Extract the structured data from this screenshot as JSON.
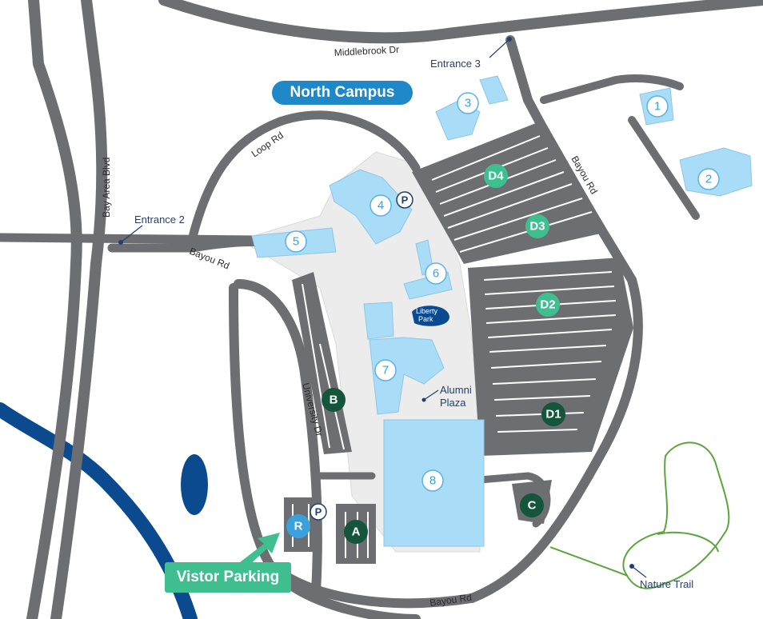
{
  "map": {
    "banner": "North Campus",
    "cta": "Vistor Parking",
    "roads": {
      "middlebrook": "Middlebrook Dr",
      "bay_area": "Bay Area Blvd",
      "loop": "Loop Rd",
      "bayou_ne": "Bayou Rd",
      "bayou_w": "Bayou Rd",
      "bayou_s": "Bayou Rd",
      "university": "University Dr"
    },
    "entrances": {
      "entrance2": "Entrance 2",
      "entrance3": "Entrance 3"
    },
    "places": {
      "liberty_line1": "Liberty",
      "liberty_line2": "Park",
      "alumni_line1": "Alumni",
      "alumni_line2": "Plaza",
      "nature_trail": "Nature Trail"
    },
    "buildings": [
      "1",
      "2",
      "3",
      "4",
      "5",
      "6",
      "7",
      "8"
    ],
    "parking_marker": "P",
    "lots": {
      "a": "A",
      "b": "B",
      "c": "C",
      "d1": "D1",
      "d2": "D2",
      "d3": "D3",
      "d4": "D4",
      "r": "R"
    },
    "colors": {
      "road": "#6d6e71",
      "building": "#a9dcf7",
      "lot_dark": "#14553c",
      "lot_light": "#3fbf8f",
      "water": "#0b4a8e",
      "trail": "#5aa63c",
      "banner": "#1e88c8",
      "visitor": "#3fbf8f",
      "visitor_lot": "#3aa1dc"
    }
  }
}
